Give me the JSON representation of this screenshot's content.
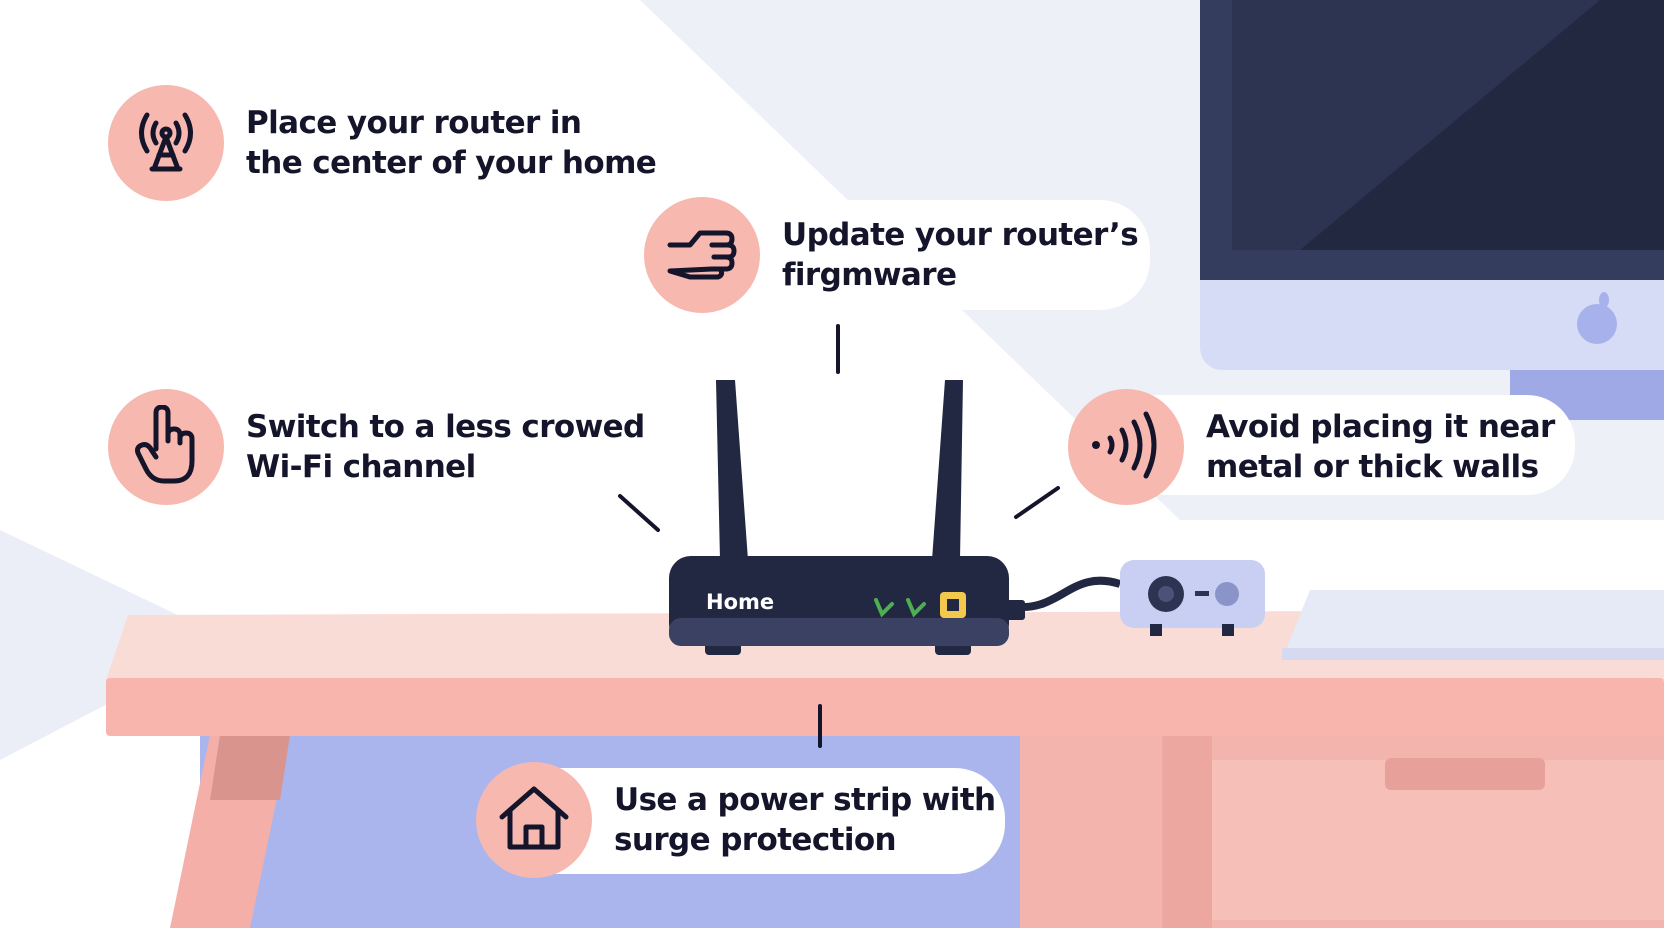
{
  "tips": {
    "center": {
      "line1": "Place your router in",
      "line2": "the center of your home",
      "icon": "antenna-icon"
    },
    "firmware": {
      "line1": "Update your router’s",
      "line2": "firgmware",
      "icon": "hand-point-icon"
    },
    "channel": {
      "line1": "Switch to a less crowed",
      "line2": "Wi-Fi channel",
      "icon": "finger-up-icon"
    },
    "metal": {
      "line1": "Avoid placing it near",
      "line2": "metal or thick walls",
      "icon": "signal-waves-icon"
    },
    "power": {
      "line1": "Use a power strip with",
      "line2": "surge protection",
      "icon": "home-icon"
    }
  },
  "router": {
    "label": "Home"
  },
  "colors": {
    "tip_circle": "#f7b8b0",
    "desk": "#f8b5ae",
    "router_body": "#232842",
    "monitor": "#353d5e",
    "accent_blue": "#acb7ee",
    "led_green": "#4caf50",
    "led_yellow": "#f2c94c"
  }
}
